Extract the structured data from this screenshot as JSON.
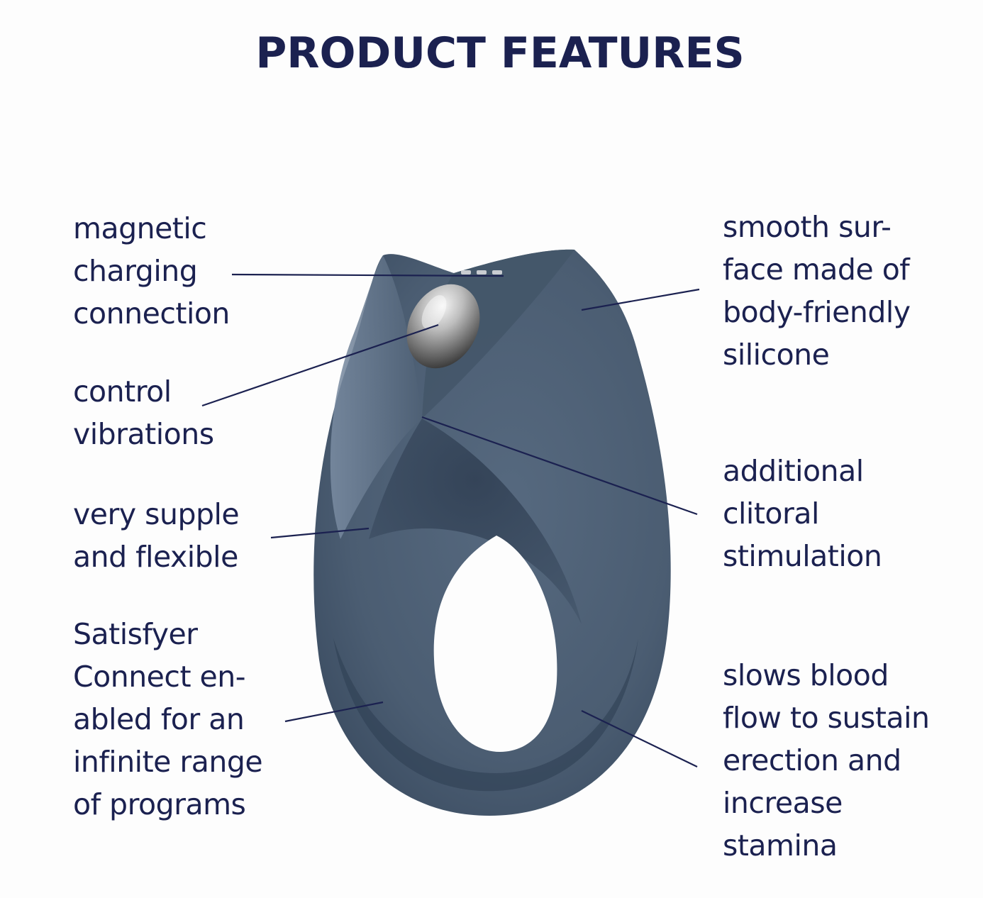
{
  "title": "PRODUCT FEATURES",
  "colors": {
    "text": "#1b2150",
    "product": "#4b5d72",
    "background": "#fdfdfd"
  },
  "features_left": [
    {
      "lines": [
        "magnetic",
        "charging",
        "connection"
      ]
    },
    {
      "lines": [
        "control",
        "vibrations"
      ]
    },
    {
      "lines": [
        "very supple",
        "and flexible"
      ]
    },
    {
      "lines": [
        "Satisfyer",
        "Connect en-",
        "abled for an",
        "infinite range",
        "of programs"
      ]
    }
  ],
  "features_right": [
    {
      "lines": [
        "smooth sur-",
        "face made of",
        "body-friendly",
        "silicone"
      ]
    },
    {
      "lines": [
        "additional",
        "clitoral",
        "stimulation"
      ]
    },
    {
      "lines": [
        "slows blood",
        "flow to sustain",
        "erection and",
        "increase",
        "stamina"
      ]
    }
  ]
}
